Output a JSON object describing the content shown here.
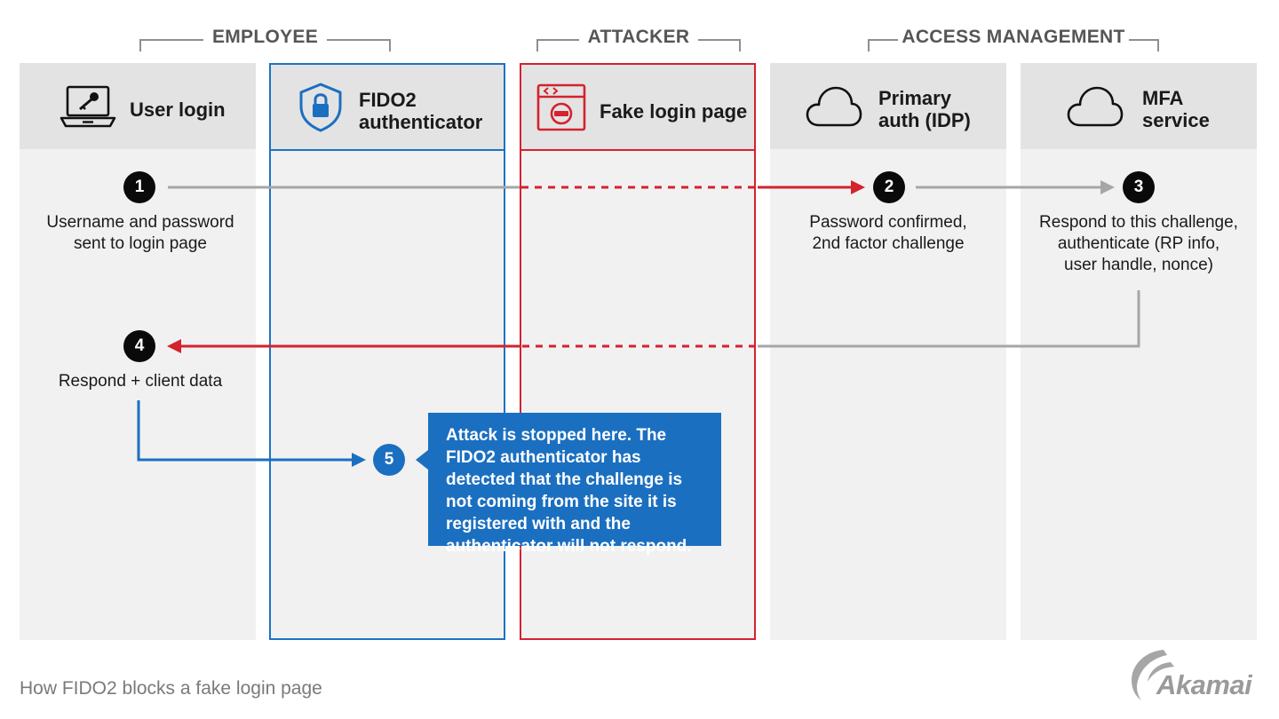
{
  "groups": {
    "employee": "EMPLOYEE",
    "attacker": "ATTACKER",
    "access_management": "ACCESS MANAGEMENT"
  },
  "columns": [
    {
      "title": "User login",
      "icon": "laptop-key-icon"
    },
    {
      "title": "FIDO2\nauthenticator",
      "icon": "shield-lock-icon"
    },
    {
      "title": "Fake login page",
      "icon": "browser-hacker-icon"
    },
    {
      "title": "Primary\nauth (IDP)",
      "icon": "cloud-icon"
    },
    {
      "title": "MFA\nservice",
      "icon": "cloud-icon"
    }
  ],
  "steps": [
    {
      "number": "1",
      "text": "Username and password\nsent to login page"
    },
    {
      "number": "2",
      "text": "Password confirmed,\n2nd factor challenge"
    },
    {
      "number": "3",
      "text": "Respond to this challenge,\nauthenticate (RP info,\nuser handle, nonce)"
    },
    {
      "number": "4",
      "text": "Respond + client data"
    },
    {
      "number": "5",
      "text": ""
    }
  ],
  "callout": "Attack is stopped here. The FIDO2 authenticator has detected that the challenge is not coming from the site it is registered with and the authenticator will not respond.",
  "caption": "How FIDO2 blocks a fake login page",
  "logo": "Akamai",
  "colors": {
    "blue": "#1b6fc0",
    "red": "#d3232e",
    "gray_line": "#a6a6a6",
    "column_bg": "#f1f1f1",
    "header_bg": "#e3e3e3"
  }
}
